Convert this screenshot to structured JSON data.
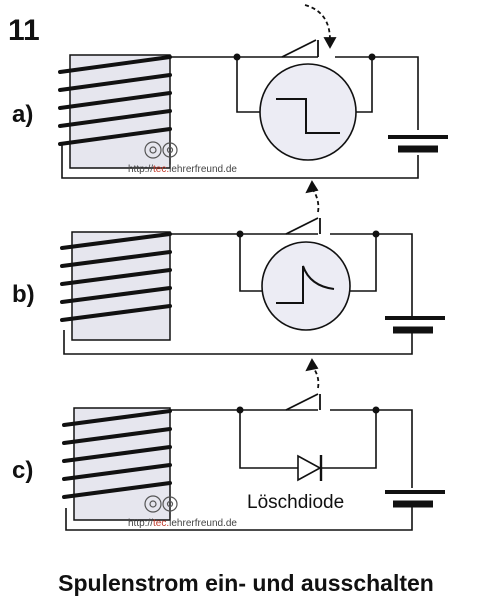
{
  "figure_number": "11",
  "rows": [
    {
      "label": "a)",
      "scope_trace": "square-step",
      "watermark": true
    },
    {
      "label": "b)",
      "scope_trace": "spike-decay",
      "watermark": false
    },
    {
      "label": "c)",
      "diode_label": "Löschdiode",
      "watermark": true
    }
  ],
  "watermark": {
    "prefix": "http://",
    "accent": "tec.",
    "suffix": "lehrerfreund.de"
  },
  "caption": "Spulenstrom ein- und ausschalten",
  "colors": {
    "line": "#111111",
    "coil_fill": "#e6e6ee",
    "scope_fill": "#ececf4",
    "watermark_accent": "#c0392b"
  }
}
